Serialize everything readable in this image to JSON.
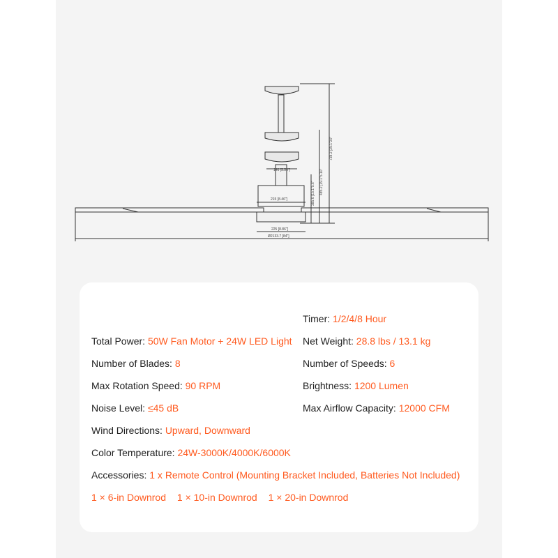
{
  "diagram": {
    "dim_height_total": "738.2 [29.1\"20\"",
    "dim_height_mid": "485.2 [19.1\"5.10\"",
    "dim_height_low": "385.6 [15.1\"5.6\"",
    "dim_top_width": "140 [5.53\"]",
    "dim_motor_width": "215 [8.46\"]",
    "dim_light_width": "225 [8.86\"]",
    "dim_span": "Ø2133.7 [84\"]"
  },
  "specs": {
    "timer_label": "Timer: ",
    "timer_value": "1/2/4/8 Hour",
    "total_power_label": "Total Power: ",
    "total_power_value": "50W Fan Motor + 24W LED Light",
    "net_weight_label": "Net Weight: ",
    "net_weight_value": "28.8 lbs / 13.1 kg",
    "blades_label": "Number of Blades: ",
    "blades_value": "8",
    "speeds_label": "Number of Speeds: ",
    "speeds_value": "6",
    "rotation_label": "Max Rotation Speed: ",
    "rotation_value": "90 RPM",
    "brightness_label": "Brightness: ",
    "brightness_value": "1200 Lumen",
    "noise_label": "Noise Level: ",
    "noise_value": "≤45 dB",
    "airflow_label": "Max Airflow Capacity: ",
    "airflow_value": "12000 CFM",
    "wind_label": "Wind Directions: ",
    "wind_value": "Upward, Downward",
    "color_temp_label": "Color Temperature: ",
    "color_temp_value": "24W-3000K/4000K/6000K",
    "accessories_label": "Accessories: ",
    "accessories_value": "1 x Remote Control (Mounting Bracket Included, Batteries Not Included)",
    "downrod_1": "1 × 6-in Downrod",
    "downrod_2": "1 × 10-in Downrod",
    "downrod_3": "1 × 20-in Downrod"
  },
  "colors": {
    "accent": "#ff5a1f",
    "text": "#222222",
    "panel": "#f4f4f4",
    "card": "#ffffff"
  }
}
